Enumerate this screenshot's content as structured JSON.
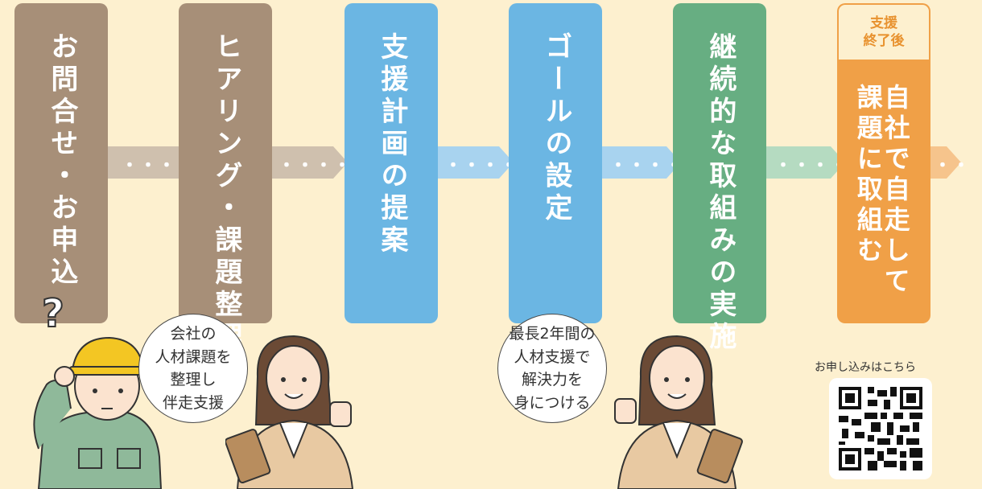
{
  "steps": [
    {
      "label": "お問合せ・お申込",
      "color": "#a78f78"
    },
    {
      "label": "ヒアリング・課題整理",
      "color": "#a78f78"
    },
    {
      "label": "支援計画の提案",
      "color": "#6bb6e3"
    },
    {
      "label": "ゴールの設定",
      "color": "#6bb6e3"
    },
    {
      "label": "継続的な取組みの実施",
      "color": "#67ae82"
    },
    {
      "tag": "支援\n終了後",
      "line1": "自社で自走して",
      "line2": "課題に取組む",
      "color": "#f0a047"
    }
  ],
  "connector_glyph": "・・・・▶",
  "bubbles": [
    {
      "lines": [
        "会社の",
        "人材課題を",
        "整理し",
        "伴走支援"
      ]
    },
    {
      "lines": [
        "最長2年間の",
        "人材支援で",
        "解決力を",
        "身につける"
      ]
    }
  ],
  "question_mark": "?",
  "qr_caption": "お申し込みはこちら",
  "colors": {
    "background": "#fdf0cf",
    "brown": "#a78f78",
    "blue": "#6bb6e3",
    "green": "#67ae82",
    "orange": "#f0a047"
  }
}
